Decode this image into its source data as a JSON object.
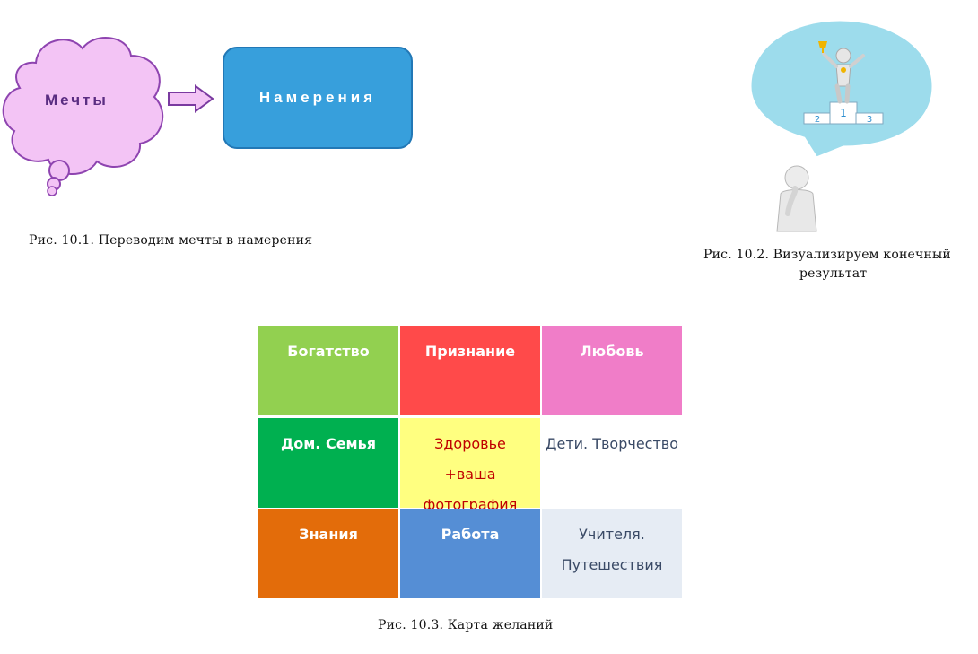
{
  "fig1": {
    "dream_label": "Мечты",
    "intention_label": "Намерения",
    "caption": "Рис. 10.1. Переводим мечты в намерения",
    "colors": {
      "cloud": "#f3c4f5",
      "cloud_stroke": "#8e44b0",
      "box": "#379fdc"
    }
  },
  "fig2": {
    "podium_places": [
      "2",
      "1",
      "3"
    ],
    "caption_line1": "Рис. 10.2. Визуализируем конечный",
    "caption_line2": "результат",
    "colors": {
      "bubble": "#9ddcec"
    }
  },
  "fig3": {
    "caption": "Рис. 10.3. Карта желаний",
    "cells": [
      {
        "label": "Богатство",
        "bg": "#92d050",
        "color": "#ffffff"
      },
      {
        "label": "Признание",
        "bg": "#ff4a4a",
        "color": "#ffffff"
      },
      {
        "label": "Любовь",
        "bg": "#f07dc8",
        "color": "#ffffff"
      },
      {
        "label": "Дом. Семья",
        "bg": "#00b050",
        "color": "#ffffff"
      },
      {
        "label": "Здоровье +ваша фотография",
        "lines": [
          "Здоровье",
          "+ваша",
          "фотография"
        ],
        "bg": "#ffff80",
        "color": "#c00000"
      },
      {
        "label": "Дети. Творчество",
        "bg": "#ffffff",
        "color": "#3a4a66"
      },
      {
        "label": "Знания",
        "bg": "#e36c0a",
        "color": "#ffffff"
      },
      {
        "label": "Работа",
        "bg": "#558ed5",
        "color": "#ffffff"
      },
      {
        "label": "Учителя. Путешествия",
        "lines": [
          "Учителя.",
          "Путешествия"
        ],
        "bg": "#e6ecf4",
        "color": "#3a4a66"
      }
    ]
  }
}
